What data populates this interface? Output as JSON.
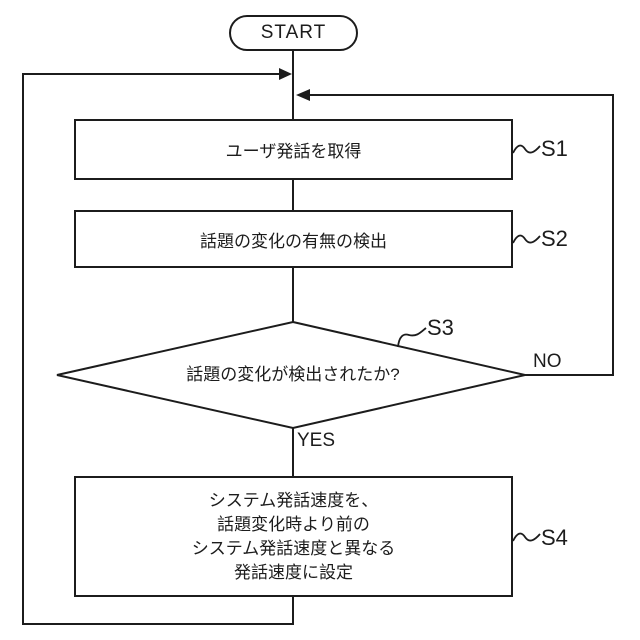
{
  "flowchart": {
    "start_label": "START",
    "s1": {
      "label": "S1",
      "text": "ユーザ発話を取得"
    },
    "s2": {
      "label": "S2",
      "text": "話題の変化の有無の検出"
    },
    "s3": {
      "label": "S3",
      "text": "話題の変化が検出されたか?",
      "no_label": "NO",
      "yes_label": "YES"
    },
    "s4": {
      "label": "S4",
      "lines": [
        "システム発話速度を、",
        "話題変化時より前の",
        "システム発話速度と異なる",
        "発話速度に設定"
      ]
    },
    "colors": {
      "line": "#1c1c1c",
      "background": "#ffffff"
    }
  }
}
